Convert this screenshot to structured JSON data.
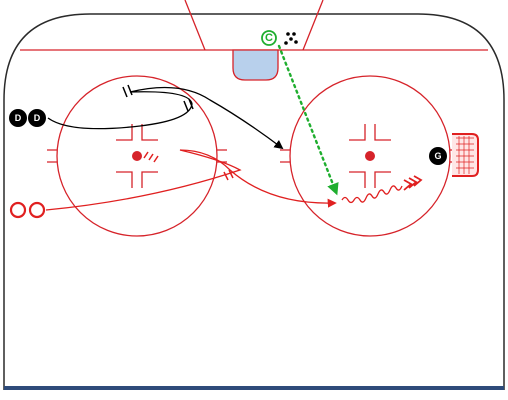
{
  "diagram": {
    "title": "",
    "colors": {
      "rink_line": "#d6232a",
      "board": "#2a2a2a",
      "crease_fill": "#b8d0ec",
      "player_fill": "#000000",
      "coach": "#1fae2f",
      "bottom_bar": "#2e4b7a"
    },
    "players": [
      {
        "id": "defense-1",
        "label": "D"
      },
      {
        "id": "defense-2",
        "label": "D"
      },
      {
        "id": "goalie",
        "label": "G"
      },
      {
        "id": "coach",
        "label": "C"
      }
    ],
    "forwards": [
      {
        "id": "forward-1",
        "label": ""
      },
      {
        "id": "forward-2",
        "label": ""
      }
    ],
    "icons": [
      "puck-pile-icon",
      "net-icon",
      "stickhandle-arrow-icon"
    ]
  }
}
